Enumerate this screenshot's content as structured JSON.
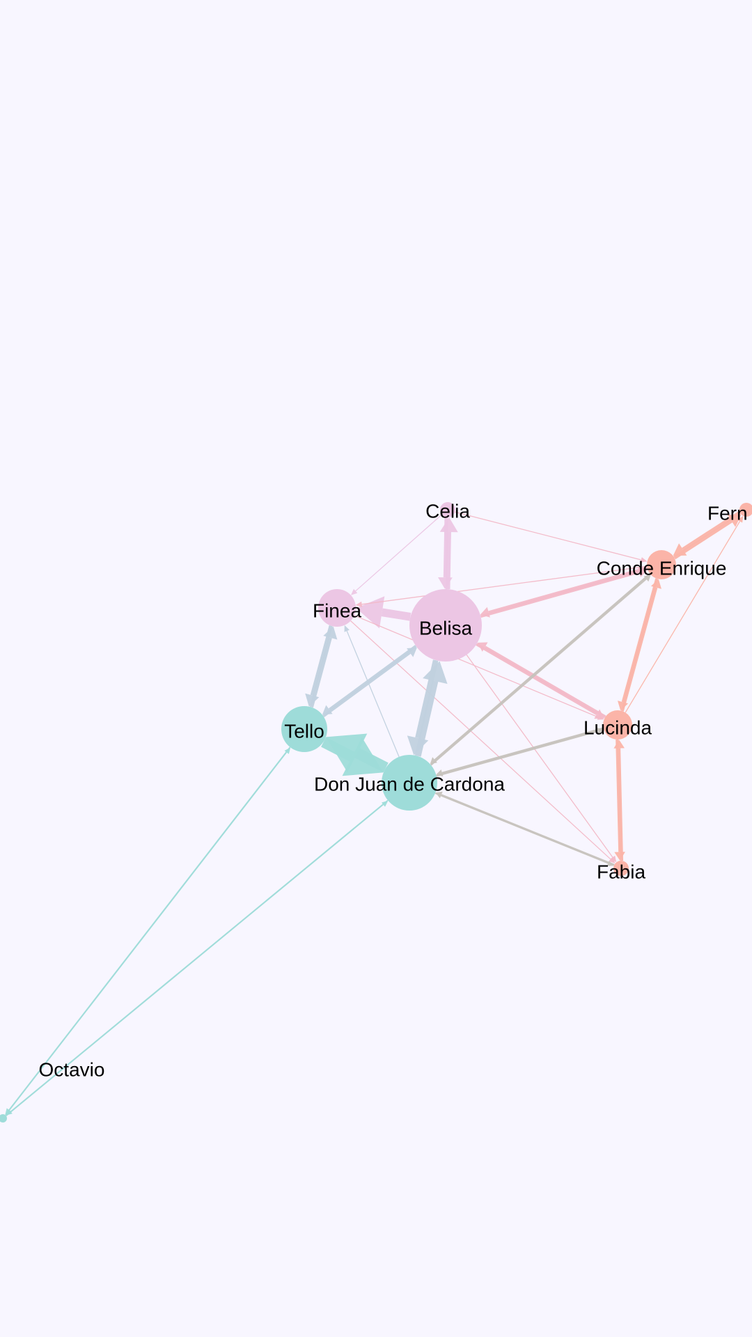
{
  "chart_data": {
    "type": "network",
    "directed": true,
    "nodes": [
      {
        "id": "celia",
        "label": "Celia",
        "group": "pink"
      },
      {
        "id": "fern",
        "label": "Fern",
        "group": "salmon"
      },
      {
        "id": "conde",
        "label": "Conde Enrique",
        "group": "salmon"
      },
      {
        "id": "finea",
        "label": "Finea",
        "group": "pink"
      },
      {
        "id": "belisa",
        "label": "Belisa",
        "group": "pink"
      },
      {
        "id": "tello",
        "label": "Tello",
        "group": "teal"
      },
      {
        "id": "lucinda",
        "label": "Lucinda",
        "group": "salmon"
      },
      {
        "id": "donjuan",
        "label": "Don Juan de Cardona",
        "group": "teal"
      },
      {
        "id": "fabia",
        "label": "Fabia",
        "group": "salmon"
      },
      {
        "id": "octavio",
        "label": "Octavio",
        "group": "teal"
      }
    ],
    "edges": [
      {
        "source": "belisa",
        "target": "celia",
        "weight": 5,
        "color": "pink"
      },
      {
        "source": "celia",
        "target": "belisa",
        "weight": 4,
        "color": "pink"
      },
      {
        "source": "belisa",
        "target": "finea",
        "weight": 9,
        "color": "pink"
      },
      {
        "source": "conde",
        "target": "belisa",
        "weight": 3,
        "color": "rose"
      },
      {
        "source": "belisa",
        "target": "conde",
        "weight": 3,
        "color": "rose"
      },
      {
        "source": "lucinda",
        "target": "belisa",
        "weight": 3,
        "color": "rose"
      },
      {
        "source": "belisa",
        "target": "lucinda",
        "weight": 3,
        "color": "rose"
      },
      {
        "source": "conde",
        "target": "fern",
        "weight": 4,
        "color": "salmon"
      },
      {
        "source": "fern",
        "target": "conde",
        "weight": 4,
        "color": "salmon"
      },
      {
        "source": "conde",
        "target": "lucinda",
        "weight": 3,
        "color": "salmon"
      },
      {
        "source": "lucinda",
        "target": "conde",
        "weight": 3,
        "color": "salmon"
      },
      {
        "source": "lucinda",
        "target": "fabia",
        "weight": 3,
        "color": "salmon"
      },
      {
        "source": "fabia",
        "target": "lucinda",
        "weight": 3,
        "color": "salmon"
      },
      {
        "source": "lucinda",
        "target": "fern",
        "weight": 1,
        "color": "salmon"
      },
      {
        "source": "celia",
        "target": "conde",
        "weight": 1,
        "color": "rose"
      },
      {
        "source": "conde",
        "target": "finea",
        "weight": 1,
        "color": "rose"
      },
      {
        "source": "celia",
        "target": "finea",
        "weight": 1,
        "color": "pink"
      },
      {
        "source": "finea",
        "target": "lucinda",
        "weight": 1,
        "color": "rose"
      },
      {
        "source": "finea",
        "target": "fabia",
        "weight": 1,
        "color": "rose"
      },
      {
        "source": "belisa",
        "target": "fabia",
        "weight": 1,
        "color": "rose"
      },
      {
        "source": "donjuan",
        "target": "belisa",
        "weight": 7,
        "color": "slate"
      },
      {
        "source": "belisa",
        "target": "donjuan",
        "weight": 6,
        "color": "slate"
      },
      {
        "source": "tello",
        "target": "finea",
        "weight": 4,
        "color": "slate"
      },
      {
        "source": "finea",
        "target": "tello",
        "weight": 4,
        "color": "slate"
      },
      {
        "source": "tello",
        "target": "belisa",
        "weight": 3,
        "color": "slate"
      },
      {
        "source": "belisa",
        "target": "tello",
        "weight": 3,
        "color": "slate"
      },
      {
        "source": "donjuan",
        "target": "finea",
        "weight": 1,
        "color": "slate"
      },
      {
        "source": "tello",
        "target": "donjuan",
        "weight": 12,
        "color": "teal"
      },
      {
        "source": "donjuan",
        "target": "tello",
        "weight": 12,
        "color": "teal"
      },
      {
        "source": "donjuan",
        "target": "conde",
        "weight": 2,
        "color": "gray"
      },
      {
        "source": "conde",
        "target": "donjuan",
        "weight": 2,
        "color": "gray"
      },
      {
        "source": "donjuan",
        "target": "lucinda",
        "weight": 2,
        "color": "gray"
      },
      {
        "source": "lucinda",
        "target": "donjuan",
        "weight": 2,
        "color": "gray"
      },
      {
        "source": "fabia",
        "target": "donjuan",
        "weight": 2,
        "color": "gray"
      },
      {
        "source": "donjuan",
        "target": "fabia",
        "weight": 1,
        "color": "gray"
      },
      {
        "source": "tello",
        "target": "octavio",
        "weight": 1,
        "color": "teal"
      },
      {
        "source": "octavio",
        "target": "tello",
        "weight": 1,
        "color": "teal"
      },
      {
        "source": "donjuan",
        "target": "octavio",
        "weight": 1,
        "color": "teal"
      },
      {
        "source": "octavio",
        "target": "donjuan",
        "weight": 1,
        "color": "teal"
      }
    ],
    "colors": {
      "pink": "#ecc6e4",
      "rose": "#f3b9c8",
      "salmon": "#fbb4a8",
      "teal": "#9edcd9",
      "slate": "#c1d1df",
      "gray": "#c7c3bd"
    }
  }
}
